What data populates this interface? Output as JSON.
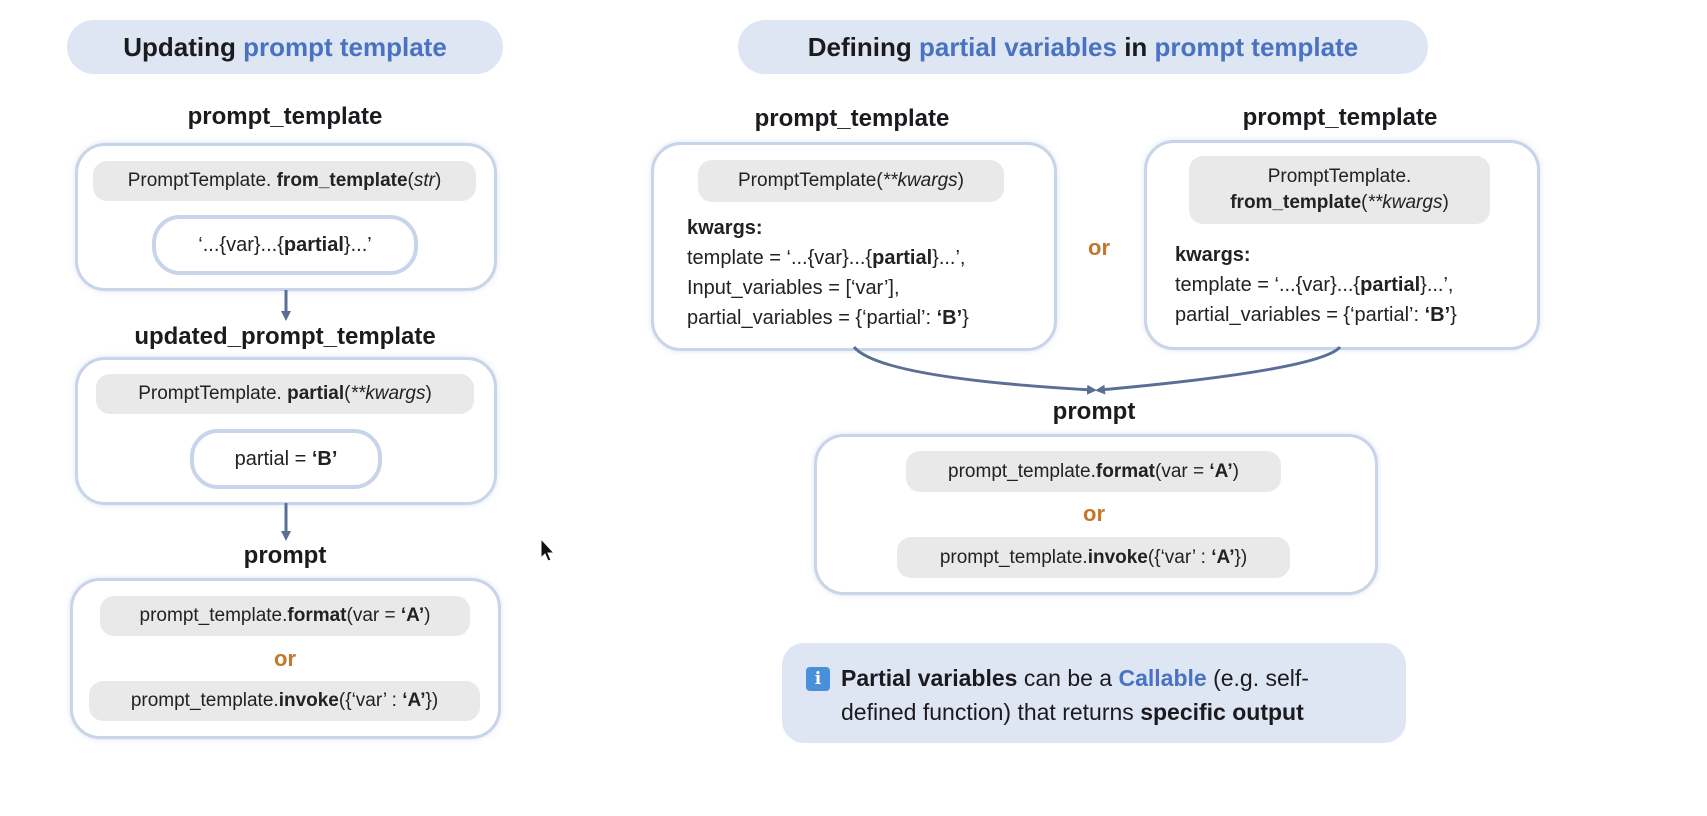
{
  "left": {
    "title_prefix": "Updating ",
    "title_highlight": "prompt template",
    "heading1": "prompt_template",
    "from_template_prefix": "PromptTemplate. ",
    "from_template_method": "from_template",
    "from_template_open": "(",
    "from_template_arg": "str",
    "from_template_close": ")",
    "template_string_a": "‘...{var}...{",
    "template_string_bold": "partial",
    "template_string_b": "}...’",
    "heading2": "updated_prompt_template",
    "partial_prefix": "PromptTemplate. ",
    "partial_method": "partial",
    "partial_open": "(",
    "partial_arg": "**kwargs",
    "partial_close": ")",
    "partial_value_a": "partial = ",
    "partial_value_b": "‘B’",
    "heading3": "prompt",
    "format_prefix": "prompt_template.",
    "format_method": "format",
    "format_args_a": "(var = ",
    "format_args_b": "‘A’",
    "format_args_c": ")",
    "or": "or",
    "invoke_prefix": "prompt_template.",
    "invoke_method": "invoke",
    "invoke_args_a": "({‘var’ : ",
    "invoke_args_b": "‘A’",
    "invoke_args_c": "})"
  },
  "right": {
    "title_a": "Defining ",
    "title_b": "partial variables",
    "title_c": " in ",
    "title_d": "prompt template",
    "heading_left": "prompt_template",
    "heading_right": "prompt_template",
    "ctor_a": "PromptTemplate(",
    "ctor_b": "**kwargs",
    "ctor_c": ")",
    "kwargs_label": "kwargs:",
    "left_line1_a": "template = ‘...{var}...{",
    "left_line1_b": "partial",
    "left_line1_c": "}...’,",
    "left_line2": "Input_variables = [‘var’],",
    "left_line3_a": "partial_variables = {‘partial’: ",
    "left_line3_b": "‘B’",
    "left_line3_c": "}",
    "or_middle": "or",
    "ft_line1": "PromptTemplate.",
    "ft_line2_a": "from_template",
    "ft_line2_b": "(",
    "ft_line2_c": "**kwargs",
    "ft_line2_d": ")",
    "kwargs_label2": "kwargs:",
    "right_line1_a": "template = ‘...{var}...{",
    "right_line1_b": "partial",
    "right_line1_c": "}...’,",
    "right_line2_a": "partial_variables = {‘partial’: ",
    "right_line2_b": "‘B’",
    "right_line2_c": "}",
    "heading_prompt": "prompt",
    "format_prefix": "prompt_template.",
    "format_method": "format",
    "format_args_a": "(var = ",
    "format_args_b": "‘A’",
    "format_args_c": ")",
    "or": "or",
    "invoke_prefix": "prompt_template.",
    "invoke_method": "invoke",
    "invoke_args_a": "({‘var’ : ",
    "invoke_args_b": "‘A’",
    "invoke_args_c": "})"
  },
  "note": {
    "icon": "info-icon",
    "bold_a": "Partial variables",
    "text_a": " can be a ",
    "highlight": "Callable",
    "text_b": " (e.g. self-",
    "text_c": "defined function) that returns ",
    "bold_b": "specific output"
  },
  "colors": {
    "accent_blue": "#4a72c2",
    "or_orange": "#c5762a",
    "title_bg": "#dde6f2",
    "box_border": "#c7d4ea",
    "arrow": "#5b6f96"
  }
}
